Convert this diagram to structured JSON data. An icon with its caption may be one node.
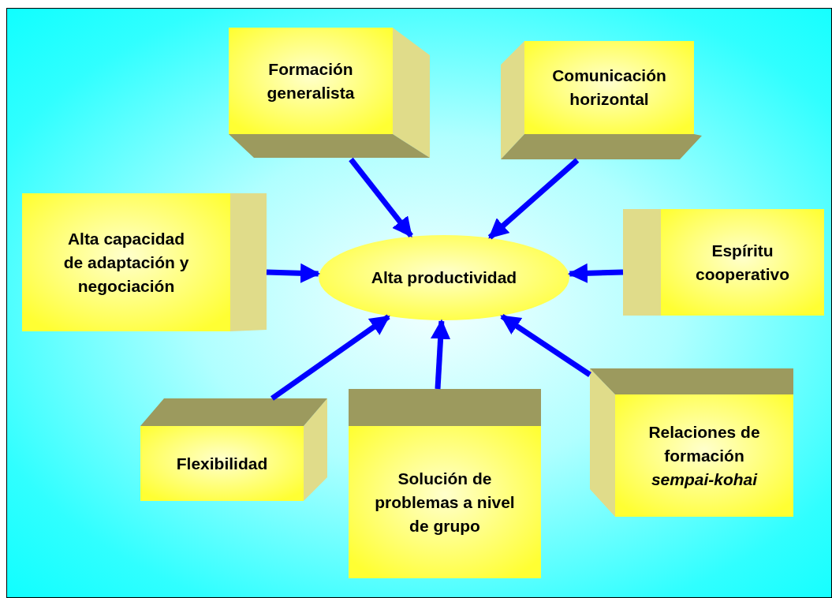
{
  "diagram": {
    "nodes": [
      {
        "text": [
          "Alta productividad"
        ]
      },
      {
        "text": [
          "Formación generalista"
        ]
      },
      {
        "text": [
          "Comunicación horizontal"
        ]
      },
      {
        "text": [
          "Alta capacidad de adaptación y negociación"
        ]
      },
      {
        "text": [
          "Espíritu cooperativo"
        ]
      },
      {
        "text": [
          "Flexibilidad"
        ]
      },
      {
        "text": [
          "Solución de problemas a nivel de grupo"
        ]
      },
      {
        "text": [
          "Relaciones de formación *sempai-kohai*"
        ]
      }
    ],
    "edges": [
      {
        "from": 1,
        "to": 0,
        "arrow": "to"
      },
      {
        "from": 2,
        "to": 0,
        "arrow": "to"
      },
      {
        "from": 3,
        "to": 0,
        "arrow": "to"
      },
      {
        "from": 4,
        "to": 0,
        "arrow": "to"
      },
      {
        "from": 5,
        "to": 0,
        "arrow": "to"
      },
      {
        "from": 6,
        "to": 0,
        "arrow": "to"
      },
      {
        "from": 7,
        "to": 0,
        "arrow": "to"
      }
    ]
  }
}
